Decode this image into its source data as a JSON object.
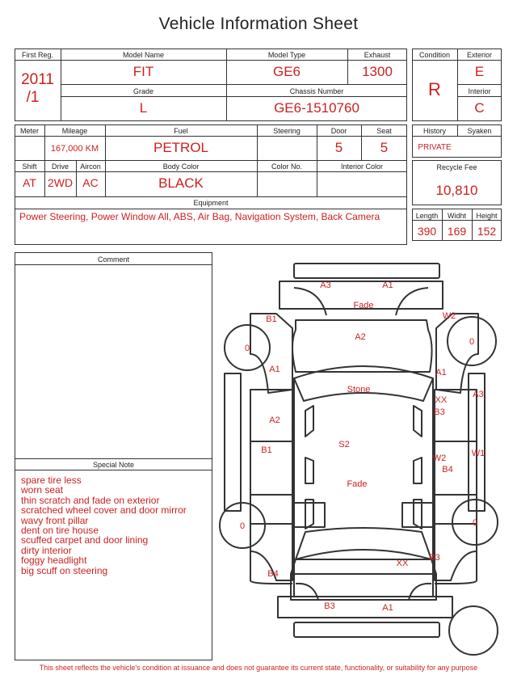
{
  "title": "Vehicle Information Sheet",
  "labels": {
    "first_reg": "First Reg.",
    "model_name": "Model Name",
    "model_type": "Model Type",
    "exhaust": "Exhaust",
    "grade": "Grade",
    "chassis": "Chassis Number",
    "condition": "Condition",
    "exterior": "Exterior",
    "interior": "Interior",
    "meter": "Meter",
    "mileage": "Mileage",
    "fuel": "Fuel",
    "steering": "Steering",
    "door": "Door",
    "seat": "Seat",
    "history": "History",
    "syaken": "Syaken",
    "shift": "Shift",
    "drive": "Drive",
    "aircon": "Aircon",
    "body_color": "Body Color",
    "color_no": "Color No.",
    "interior_color": "Interior Color",
    "recycle_fee": "Recycle Fee",
    "equipment": "Equipment",
    "length": "Length",
    "width": "Widht",
    "height": "Height",
    "comment": "Comment",
    "special_note": "Special Note"
  },
  "values": {
    "first_reg_year": "2011",
    "first_reg_month": "/1",
    "model_name": "FIT",
    "model_type": "GE6",
    "exhaust": "1300",
    "grade": "L",
    "chassis": "GE6-1510760",
    "condition": "R",
    "exterior": "E",
    "interior": "C",
    "mileage": "167,000 KM",
    "fuel": "PETROL",
    "door": "5",
    "seat": "5",
    "history": "PRIVATE",
    "shift": "AT",
    "drive": "2WD",
    "aircon": "AC",
    "body_color": "BLACK",
    "recycle_fee": "10,810",
    "equipment": "Power Steering, Power Window  All, ABS, Air Bag, Navigation System, Back Camera",
    "length": "390",
    "width": "169",
    "height": "152"
  },
  "special_notes": [
    "spare tire less",
    "worn seat",
    "thin scratch and fade on exterior",
    "scratched wheel cover and door mirror",
    "wavy front pillar",
    "dent on tire house",
    "scuffed carpet and door lining",
    "dirty interior",
    "foggy headlight",
    "big scuff on steering"
  ],
  "diagram_marks": {
    "front_bumper_left": "A3",
    "front_bumper_right": "A1",
    "hood_top": "Fade",
    "hood": "A2",
    "front_left_fender": "B1",
    "front_right_fender": "W2",
    "front_left_tire": "0",
    "front_right_tire": "0",
    "left_a_pillar": "A1",
    "right_a_pillar": "A1",
    "windshield": "Stone",
    "right_front_door_1": "XX",
    "right_front_door_2": "B3",
    "right_rocker": "A3",
    "left_front_door": "A2",
    "roof": "S2",
    "left_rear_door": "B1",
    "right_rear_door_1": "W2",
    "right_rear_door_2": "B4",
    "right_rear_quarter": "W1",
    "trunk": "Fade",
    "rear_left_tire": "0",
    "rear_right_tire": "0",
    "rear_window": "XX",
    "rear_right_quarter": "B3",
    "rear_left_quarter": "B4",
    "rear_bumper_left": "B3",
    "rear_bumper_right": "A1"
  },
  "footer": "This sheet reflects the vehicle's condition at issuance and does not guarantee its current state, functionality, or suitability for any purpose",
  "colors": {
    "value_red": "#cc1f1f",
    "line": "#333333"
  }
}
